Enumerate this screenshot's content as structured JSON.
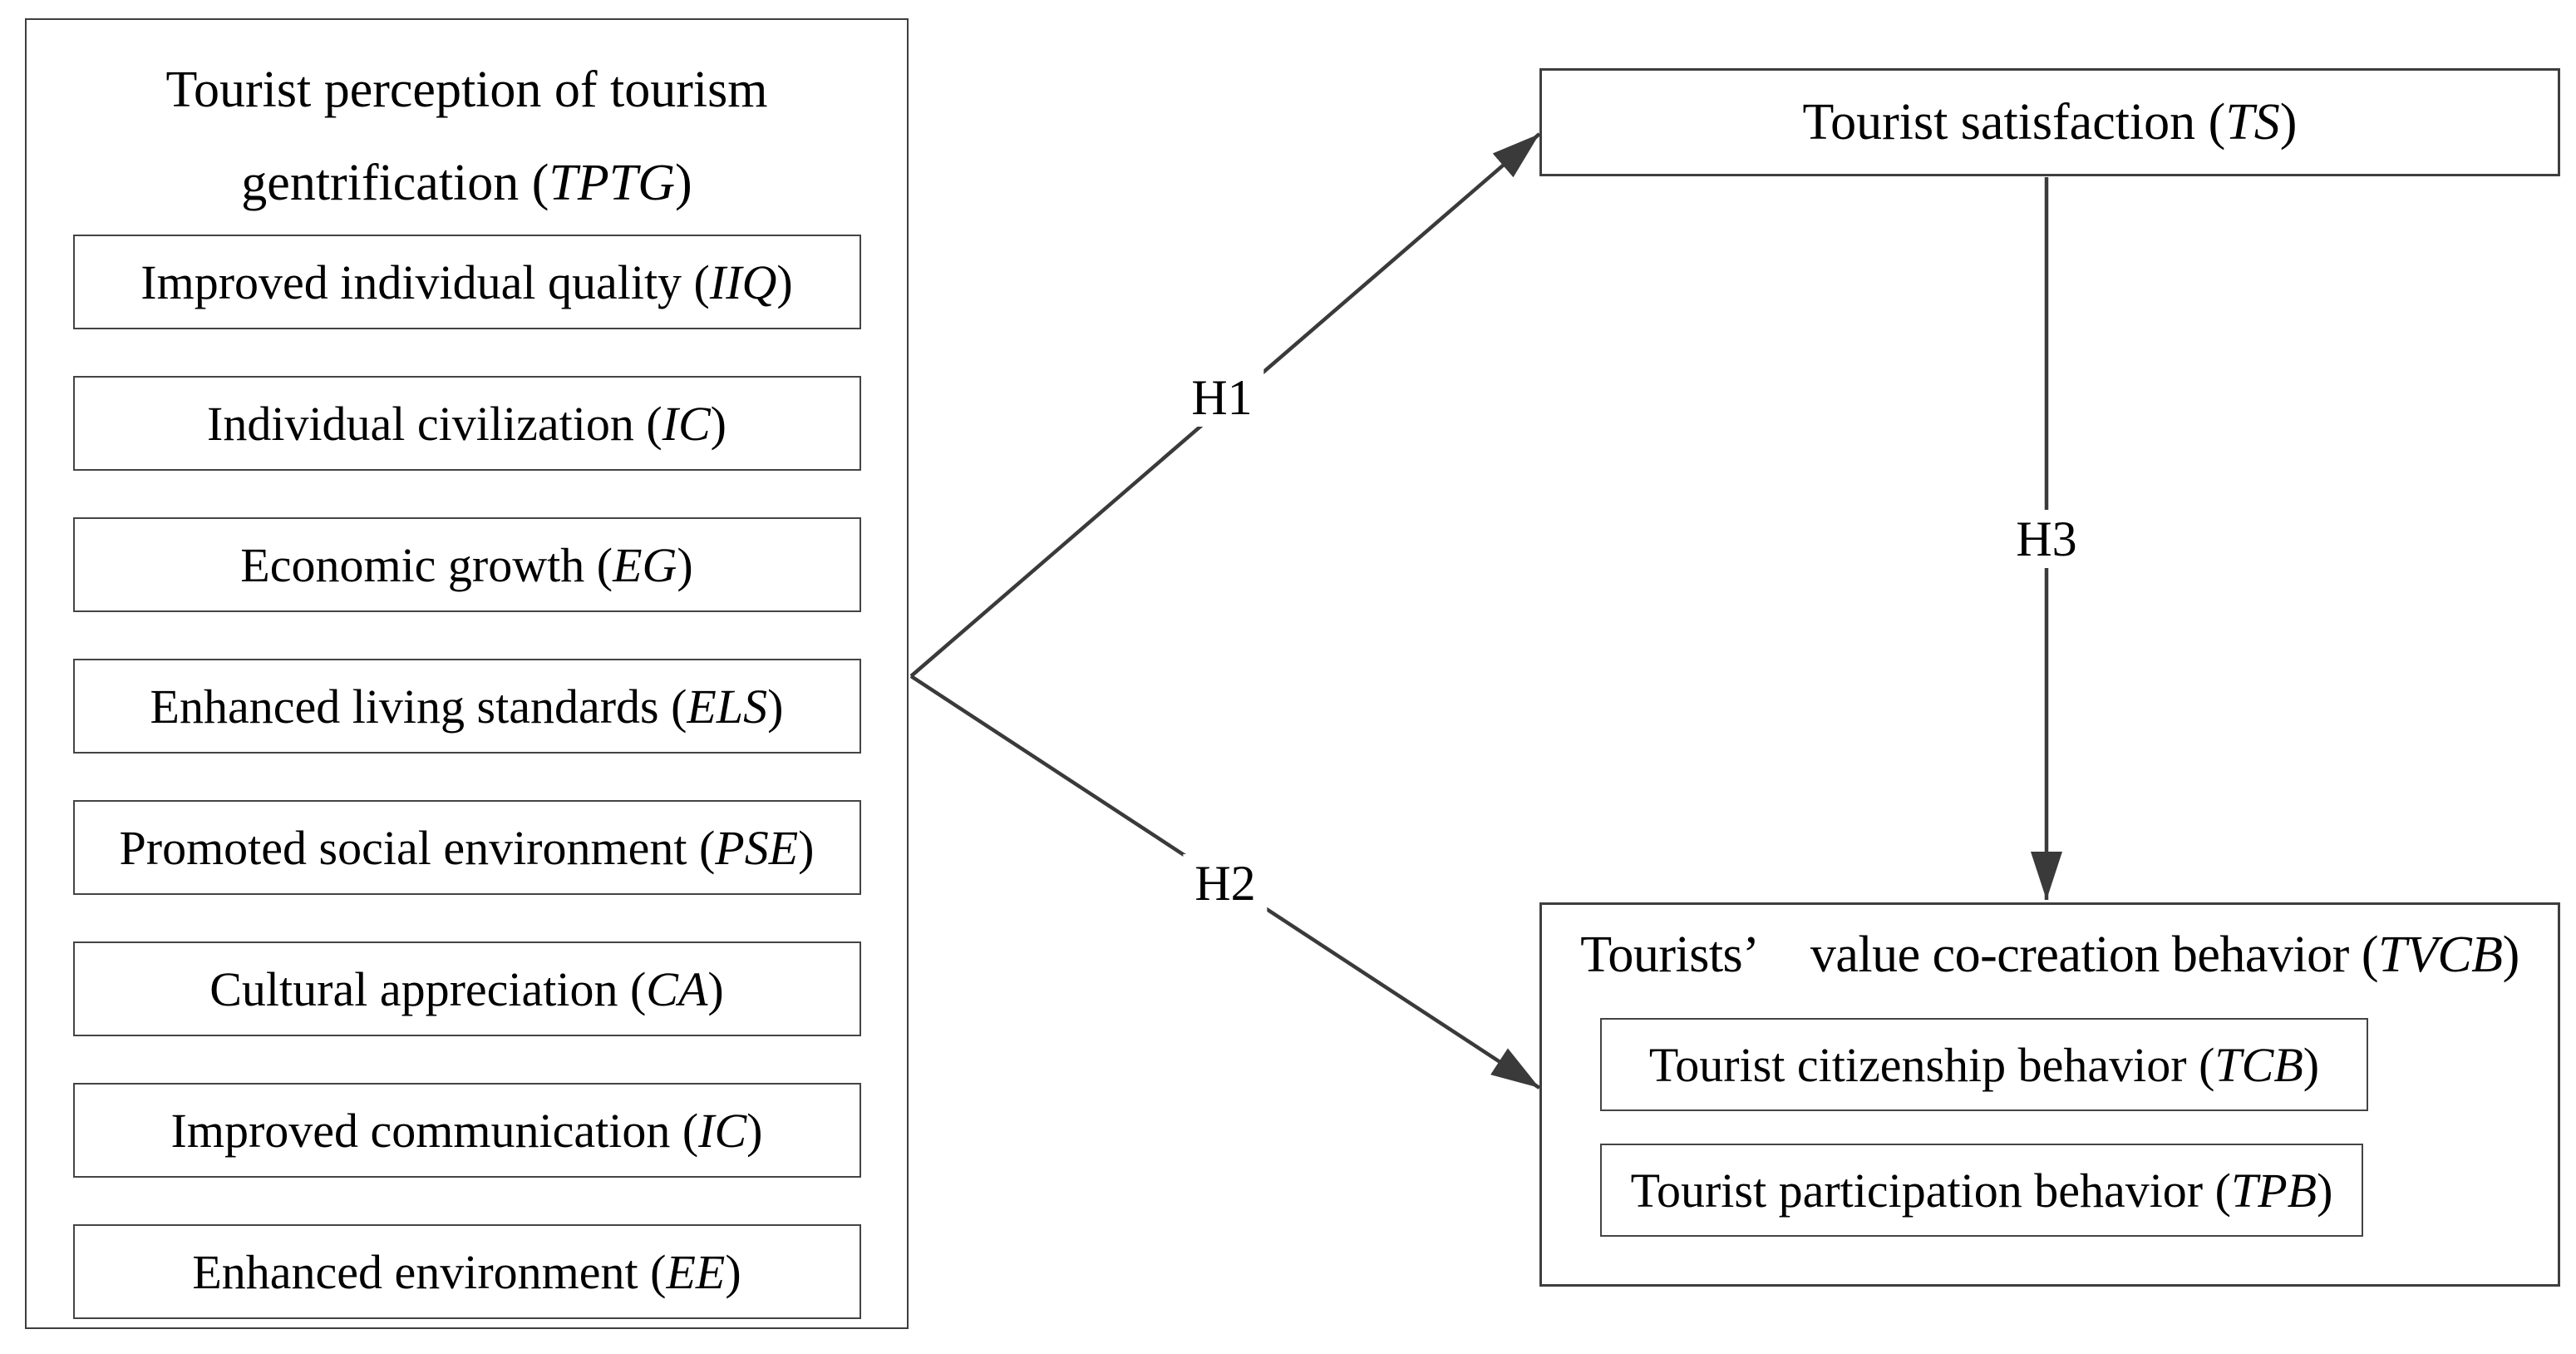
{
  "tptg": {
    "title_line1": "Tourist perception of tourism",
    "title_line2_prefix": "gentrification (",
    "title_line2_acronym": "TPTG",
    "title_line2_suffix": ")",
    "items": [
      {
        "prefix": "Improved individual quality (",
        "acronym": "IIQ",
        "suffix": ")"
      },
      {
        "prefix": "Individual civilization (",
        "acronym": "IC",
        "suffix": ")"
      },
      {
        "prefix": "Economic growth (",
        "acronym": "EG",
        "suffix": ")"
      },
      {
        "prefix": "Enhanced living standards (",
        "acronym": "ELS",
        "suffix": ")"
      },
      {
        "prefix": "Promoted social environment (",
        "acronym": "PSE",
        "suffix": ")"
      },
      {
        "prefix": "Cultural appreciation (",
        "acronym": "CA",
        "suffix": ")"
      },
      {
        "prefix": "Improved communication (",
        "acronym": "IC",
        "suffix": ")"
      },
      {
        "prefix": "Enhanced environment (",
        "acronym": "EE",
        "suffix": ")"
      }
    ]
  },
  "ts": {
    "prefix": "Tourist satisfaction (",
    "acronym": "TS",
    "suffix": ")"
  },
  "tvcb": {
    "title_prefix": "Tourists’ value co-creation behavior (",
    "title_acronym": "TVCB",
    "title_suffix": ")",
    "items": [
      {
        "prefix": "Tourist citizenship behavior (",
        "acronym": "TCB",
        "suffix": ")"
      },
      {
        "prefix": "Tourist participation behavior (",
        "acronym": "TPB",
        "suffix": ")"
      }
    ]
  },
  "arrows": {
    "h1": "H1",
    "h2": "H2",
    "h3": "H3"
  },
  "colors": {
    "line": "#3a3a3a",
    "border_outer": "#3e3e3e",
    "border_inner": "#444444",
    "text": "#000000",
    "bg": "#ffffff"
  }
}
